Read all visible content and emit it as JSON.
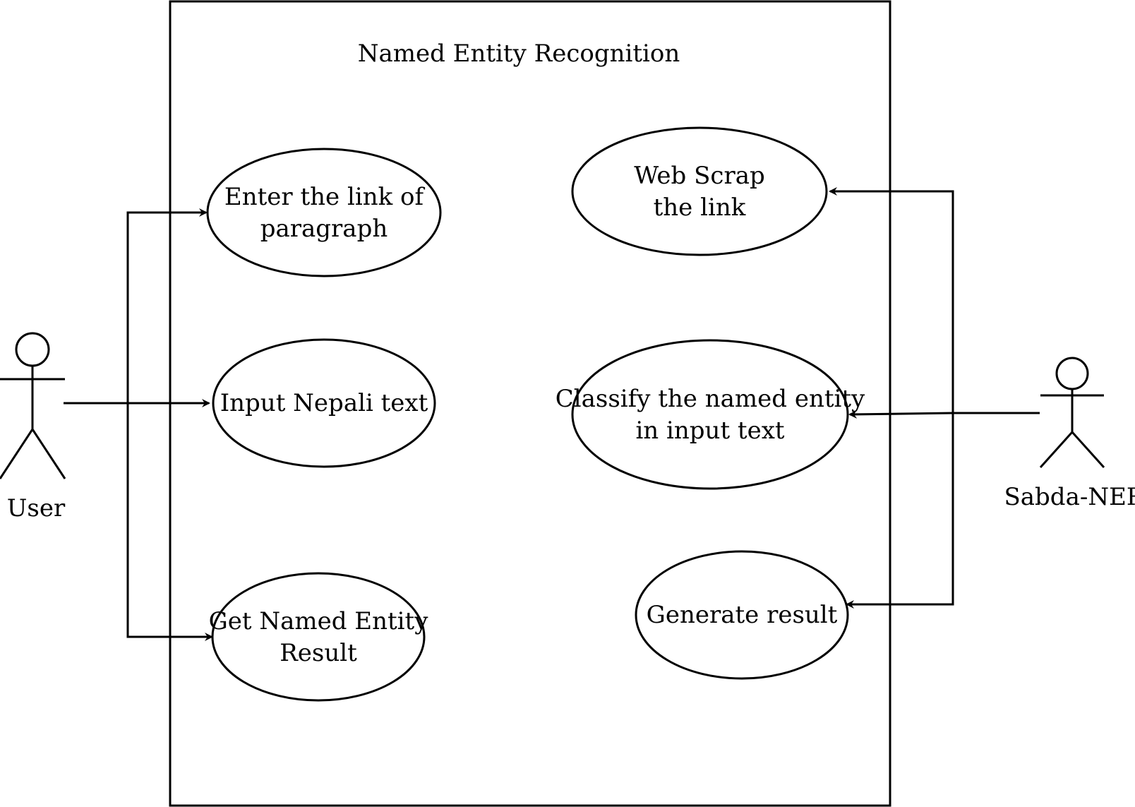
{
  "diagram": {
    "system_title": "Named Entity Recognition",
    "actors": {
      "user": {
        "label": "User"
      },
      "sabda": {
        "label": "Sabda-NER"
      }
    },
    "use_cases": {
      "enter_link": [
        "Enter the link of",
        "paragraph"
      ],
      "input_text": [
        "Input Nepali text"
      ],
      "get_result": [
        "Get Named Entity",
        "Result"
      ],
      "web_scrap": [
        "Web Scrap",
        "the link"
      ],
      "classify": [
        "Classify the named entity",
        "in input text"
      ],
      "generate": [
        "Generate result"
      ]
    },
    "colors": {
      "stroke": "#000000",
      "background": "#ffffff"
    }
  }
}
